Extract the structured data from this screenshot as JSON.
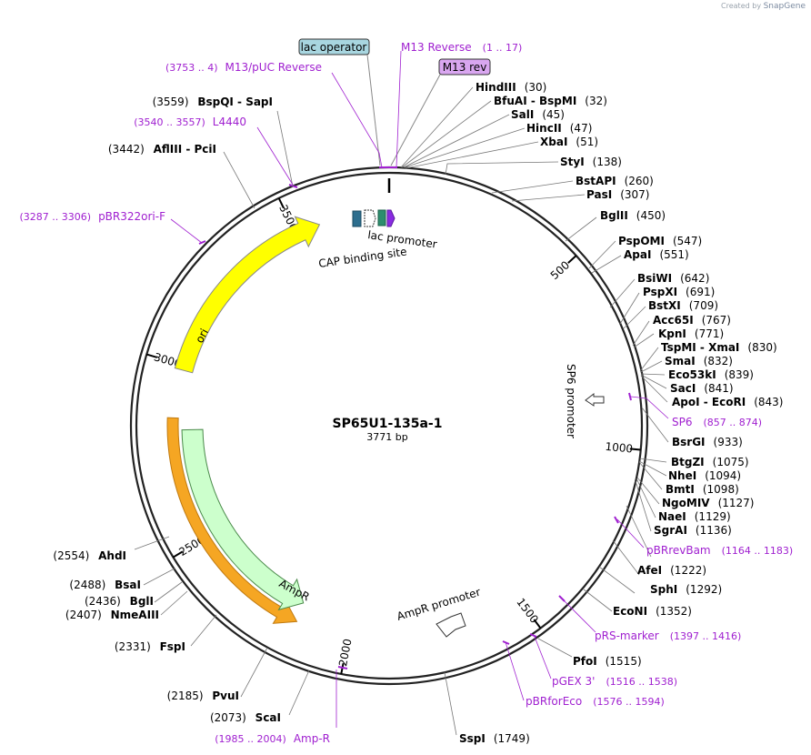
{
  "credit": {
    "prefix": "Created by",
    "brand": "SnapGene"
  },
  "plasmid": {
    "name": "SP65U1-135a-1",
    "length": "3771 bp",
    "total_bp": 3771
  },
  "ruler_ticks": [
    {
      "bp": 500,
      "label": "500"
    },
    {
      "bp": 1000,
      "label": "1000"
    },
    {
      "bp": 1500,
      "label": "1500"
    },
    {
      "bp": 2000,
      "label": "2000"
    },
    {
      "bp": 2500,
      "label": "2500"
    },
    {
      "bp": 3000,
      "label": "3000"
    },
    {
      "bp": 3500,
      "label": "3500"
    }
  ],
  "features": {
    "ori": {
      "label": "ori",
      "start": 2986,
      "end": 3571,
      "color": "#ffff00"
    },
    "AmpR": {
      "label": "AmpR",
      "start": 2156,
      "end": 2816,
      "color": "#ccffcc"
    },
    "AmpR_outer": {
      "start": 2150,
      "end": 2850,
      "color": "#f5a623"
    },
    "AmpR_promoter": {
      "label": "AmpR promoter"
    },
    "SP6_promoter": {
      "label": "SP6 promoter"
    },
    "lac_promoter": {
      "label": "lac promoter"
    },
    "CAP_binding_site": {
      "label": "CAP binding site"
    },
    "lac_operator": {
      "label": "lac operator",
      "fill": "#a8d6e0"
    },
    "M13_rev_feature": {
      "label": "M13 rev",
      "fill": "#d9a6f0"
    }
  },
  "right_labels": [
    {
      "name": "HindIII",
      "pos": "(30)"
    },
    {
      "name": "BfuAI",
      "sep": " - ",
      "name2": "BspMI",
      "pos": "(32)"
    },
    {
      "name": "SalI",
      "pos": "(45)"
    },
    {
      "name": "HincII",
      "pos": "(47)"
    },
    {
      "name": "XbaI",
      "pos": "(51)"
    },
    {
      "name": "StyI",
      "pos": "(138)"
    },
    {
      "name": "BstAPI",
      "pos": "(260)"
    },
    {
      "name": "PasI",
      "pos": "(307)"
    },
    {
      "name": "BglII",
      "pos": "(450)"
    },
    {
      "name": "PspOMI",
      "pos": "(547)"
    },
    {
      "name": "ApaI",
      "pos": "(551)"
    },
    {
      "name": "BsiWI",
      "pos": "(642)"
    },
    {
      "name": "PspXI",
      "pos": "(691)"
    },
    {
      "name": "BstXI",
      "pos": "(709)"
    },
    {
      "name": "Acc65I",
      "pos": "(767)"
    },
    {
      "name": "KpnI",
      "pos": "(771)"
    },
    {
      "name": "TspMI",
      "sep": " - ",
      "name2": "XmaI",
      "pos": "(830)"
    },
    {
      "name": "SmaI",
      "pos": "(832)"
    },
    {
      "name": "Eco53kI",
      "pos": "(839)"
    },
    {
      "name": "SacI",
      "pos": "(841)"
    },
    {
      "name": "ApoI",
      "sep": " - ",
      "name2": "EcoRI",
      "pos": "(843)"
    },
    {
      "name": "BsrGI",
      "pos": "(933)"
    },
    {
      "name": "BtgZI",
      "pos": "(1075)"
    },
    {
      "name": "NheI",
      "pos": "(1094)"
    },
    {
      "name": "BmtI",
      "pos": "(1098)"
    },
    {
      "name": "NgoMIV",
      "pos": "(1127)"
    },
    {
      "name": "NaeI",
      "pos": "(1129)"
    },
    {
      "name": "SgrAI",
      "pos": "(1136)"
    },
    {
      "name": "AfeI",
      "pos": "(1222)"
    },
    {
      "name": "SphI",
      "pos": "(1292)"
    },
    {
      "name": "EcoNI",
      "pos": "(1352)"
    },
    {
      "name": "PfoI",
      "pos": "(1515)"
    },
    {
      "name": "SspI",
      "pos": "(1749)"
    }
  ],
  "left_labels": [
    {
      "name": "BspQI",
      "sep": " - ",
      "name2": "SapI",
      "pos": "(3559)"
    },
    {
      "name": "AflIII",
      "sep": " - ",
      "name2": "PciI",
      "pos": "(3442)"
    },
    {
      "name": "AhdI",
      "pos": "(2554)"
    },
    {
      "name": "BsaI",
      "pos": "(2488)"
    },
    {
      "name": "BglI",
      "pos": "(2436)"
    },
    {
      "name": "NmeAIII",
      "pos": "(2407)"
    },
    {
      "name": "FspI",
      "pos": "(2331)"
    },
    {
      "name": "PvuI",
      "pos": "(2185)"
    },
    {
      "name": "ScaI",
      "pos": "(2073)"
    }
  ],
  "primers": [
    {
      "name": "M13 Reverse",
      "range": "(1 .. 17)"
    },
    {
      "name": "M13/pUC Reverse",
      "range": "(3753 .. 4)"
    },
    {
      "name": "L4440",
      "range": "(3540 .. 3557)"
    },
    {
      "name": "pBR322ori-F",
      "range": "(3287 .. 3306)"
    },
    {
      "name": "SP6",
      "range": "(857 .. 874)"
    },
    {
      "name": "pBRrevBam",
      "range": "(1164 .. 1183)"
    },
    {
      "name": "pRS-marker",
      "range": "(1397 .. 1416)"
    },
    {
      "name": "pGEX 3'",
      "range": "(1516 .. 1538)"
    },
    {
      "name": "pBRforEco",
      "range": "(1576 .. 1594)"
    },
    {
      "name": "Amp-R",
      "range": "(1985 .. 2004)"
    }
  ]
}
